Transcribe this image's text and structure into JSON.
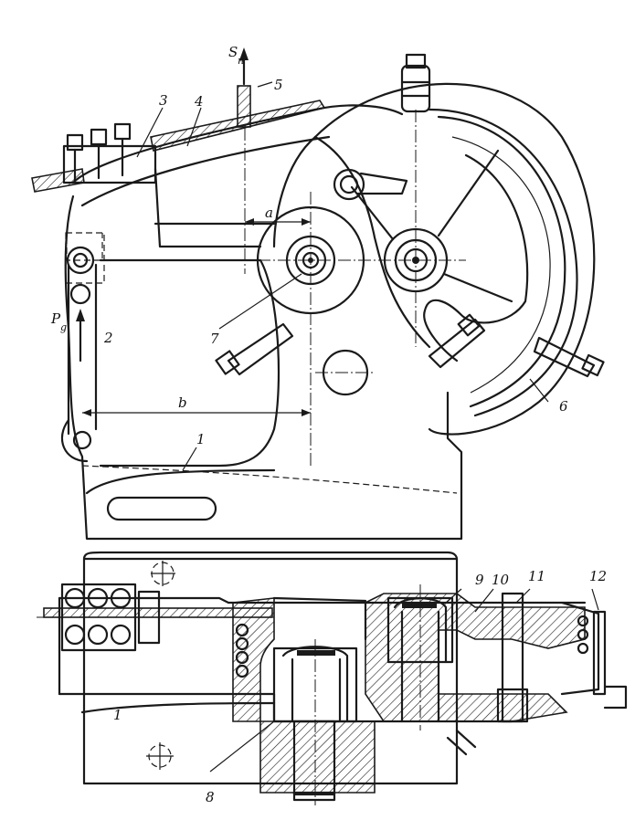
{
  "labels": {
    "sn": "S",
    "sn_sub": "н",
    "pg": "P",
    "pg_sub": "g",
    "a": "a",
    "b": "b",
    "n1": "1",
    "n1b": "1",
    "n2": "2",
    "n3": "3",
    "n4": "4",
    "n5": "5",
    "n6": "6",
    "n7": "7",
    "n8": "8",
    "n9": "9",
    "n10": "10",
    "n11": "11",
    "n12": "12"
  },
  "colors": {
    "ink": "#1a1a1a",
    "paper": "#ffffff"
  }
}
